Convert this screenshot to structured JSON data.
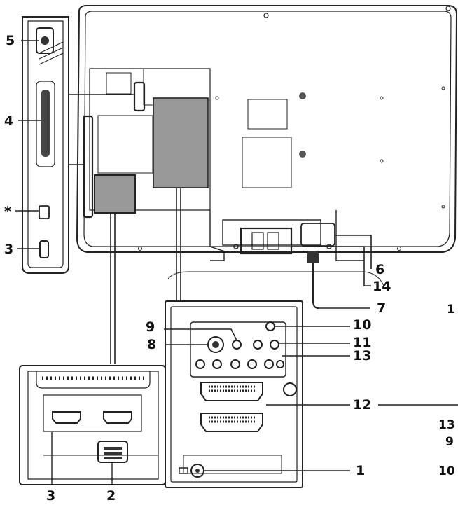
{
  "labels": {
    "l1": "1",
    "l2": "2",
    "l3a": "3",
    "l3b": "3",
    "l4": "4",
    "l5": "5",
    "l6": "6",
    "l7": "7",
    "l8": "8",
    "l9": "9",
    "l10": "10",
    "l11": "11",
    "l12": "12",
    "l13": "13",
    "l14": "14",
    "star": "*"
  },
  "margin_labels": {
    "m1": "1",
    "m13": "13",
    "m9": "9",
    "m10": "10"
  }
}
